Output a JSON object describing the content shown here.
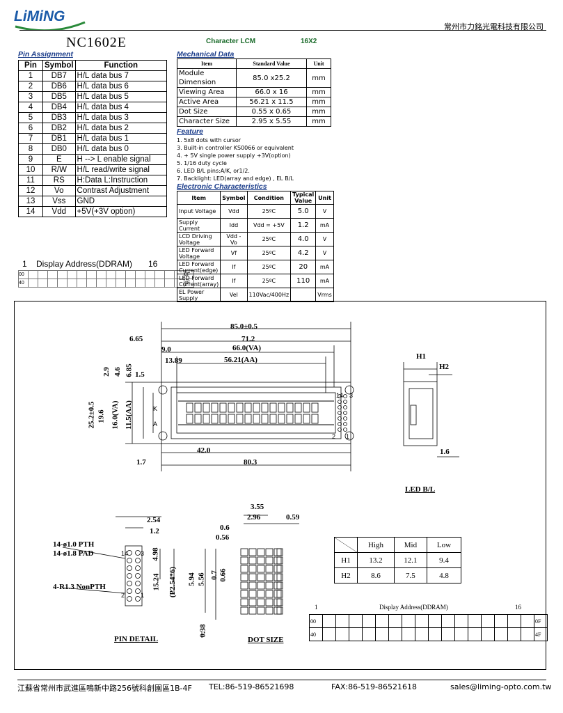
{
  "header": {
    "logo_text": "LiMiNG",
    "company": "常州市力銘光電科技有限公司",
    "model": "NC1602E",
    "type": "Character LCM",
    "size": "16X2"
  },
  "pin_assignment": {
    "title": "Pin Assignment",
    "headers": [
      "Pin",
      "Symbol",
      "Function"
    ],
    "rows": [
      [
        "1",
        "DB7",
        "H/L data bus 7"
      ],
      [
        "2",
        "DB6",
        "H/L data bus 6"
      ],
      [
        "3",
        "DB5",
        "H/L data bus 5"
      ],
      [
        "4",
        "DB4",
        "H/L data bus 4"
      ],
      [
        "5",
        "DB3",
        "H/L data bus 3"
      ],
      [
        "6",
        "DB2",
        "H/L data bus 2"
      ],
      [
        "7",
        "DB1",
        "H/L data bus 1"
      ],
      [
        "8",
        "DB0",
        "H/L data bus 0"
      ],
      [
        "9",
        "E",
        "H --> L enable signal"
      ],
      [
        "10",
        "R/W",
        "H/L read/write signal"
      ],
      [
        "11",
        "RS",
        "H:Data L:Instruction"
      ],
      [
        "12",
        "Vo",
        "Contrast Adjustment"
      ],
      [
        "13",
        "Vss",
        "GND"
      ],
      [
        "14",
        "Vdd",
        "+5V(+3V option)"
      ]
    ]
  },
  "display_address_small": {
    "start": "1",
    "label": "Display Address(DDRAM)",
    "end": "16",
    "row1_left": "00",
    "row1_right": "0F",
    "row2_left": "40",
    "row2_right": "4F"
  },
  "mechanical": {
    "title": "Mechanical Data",
    "headers": [
      "Item",
      "Standard Value",
      "Unit"
    ],
    "rows": [
      [
        "Module Dimension",
        "85.0 x25.2",
        "mm"
      ],
      [
        "Viewing Area",
        "66.0 x 16",
        "mm"
      ],
      [
        "Active  Area",
        "56.21 x 11.5",
        "mm"
      ],
      [
        "Dot Size",
        "0.55 x 0.65",
        "mm"
      ],
      [
        "Character Size",
        "2.95 x 5.55",
        "mm"
      ]
    ]
  },
  "feature": {
    "title": "Feature",
    "items": [
      "1. 5x8 dots with cursor",
      "3. Built-in controller KS0066 or equivalent",
      "4. + 5V single power supply  +3V(option)",
      "5. 1/16 duty cycle",
      "6. LED B/L pins:A/K, or1/2.",
      "7. Backlight: LED(array and edge) , EL B/L"
    ]
  },
  "electronic": {
    "title": "Electronic Characteristics",
    "headers": [
      "Item",
      "Symbol",
      "Condition",
      "Typical Value",
      "Unit"
    ],
    "rows": [
      [
        "Input Voltage",
        "Vdd",
        "25ºC",
        "5.0",
        "V"
      ],
      [
        "Supply Current",
        "Idd",
        "Vdd = +5V",
        "1.2",
        "mA"
      ],
      [
        "LCD Driving Voltage",
        "Vdd - Vo",
        "25ºC",
        "4.0",
        "V"
      ],
      [
        "LED Forward Voltage",
        "Vf",
        "25ºC",
        "4.2",
        "V"
      ],
      [
        "LED Forward Current(edge)",
        "If",
        "25ºC",
        "20",
        "mA"
      ],
      [
        "LED Forward Current(array)",
        "If",
        "25ºC",
        "110",
        "mA"
      ],
      [
        "EL Power Supply",
        "Vel",
        "110Vac/400Hz",
        "",
        "Vrms"
      ]
    ]
  },
  "drawing": {
    "dims_top": [
      "85.0±0.5",
      "71.2",
      "6.65",
      "9.0",
      "66.0(VA)",
      "13.89",
      "56.21(AA)"
    ],
    "dims_left": [
      "2.9",
      "4.6",
      "6.85",
      "1.5",
      "25.2±0.5",
      "19.6",
      "16.0(VA)",
      "11.5(AA)"
    ],
    "dims_bottom": [
      "42.0",
      "1.7",
      "80.3"
    ],
    "pin_marks": [
      "14",
      "3",
      "2",
      "1",
      "K",
      "A"
    ],
    "side": {
      "h1": "H1",
      "h2": "H2",
      "w": "1.6",
      "label": "LED B/L"
    },
    "pin_detail": {
      "label": "PIN DETAIL",
      "d1": "2.54",
      "d2": "1.2",
      "pth": "14-ø1.0 PTH",
      "pad": "14-ø1.8 PAD",
      "nonpth": "4-R1.3 NonPTH",
      "v1": "4.98",
      "v2": "15.24",
      "v3": "(P2.54*6)",
      "p14": "14",
      "p3": "3",
      "p2": "2",
      "p1": "1"
    },
    "dot_size": {
      "label": "DOT SIZE",
      "a": "3.55",
      "b": "2.96",
      "c": "0.59",
      "d": "0.6",
      "e": "0.56",
      "f": "5.94",
      "g": "5.56",
      "h": "0.7",
      "i": "0.66",
      "j": "0.38"
    },
    "hml": {
      "headers": [
        "High",
        "Mid",
        "Low"
      ],
      "rows": [
        [
          "H1",
          "13.2",
          "12.1",
          "9.4"
        ],
        [
          "H2",
          "8.6",
          "7.5",
          "4.8"
        ]
      ]
    },
    "ddram": {
      "start": "1",
      "label": "Display Address(DDRAM)",
      "end": "16",
      "r1l": "00",
      "r1r": "0F",
      "r2l": "40",
      "r2r": "4F"
    }
  },
  "footer": {
    "address": "江蘇省常州市武進區鳴新中路256號科創園區1B-4F",
    "tel": "TEL:86-519-86521698",
    "fax": "FAX:86-519-86521618",
    "email": "sales@liming-opto.com.tw"
  }
}
